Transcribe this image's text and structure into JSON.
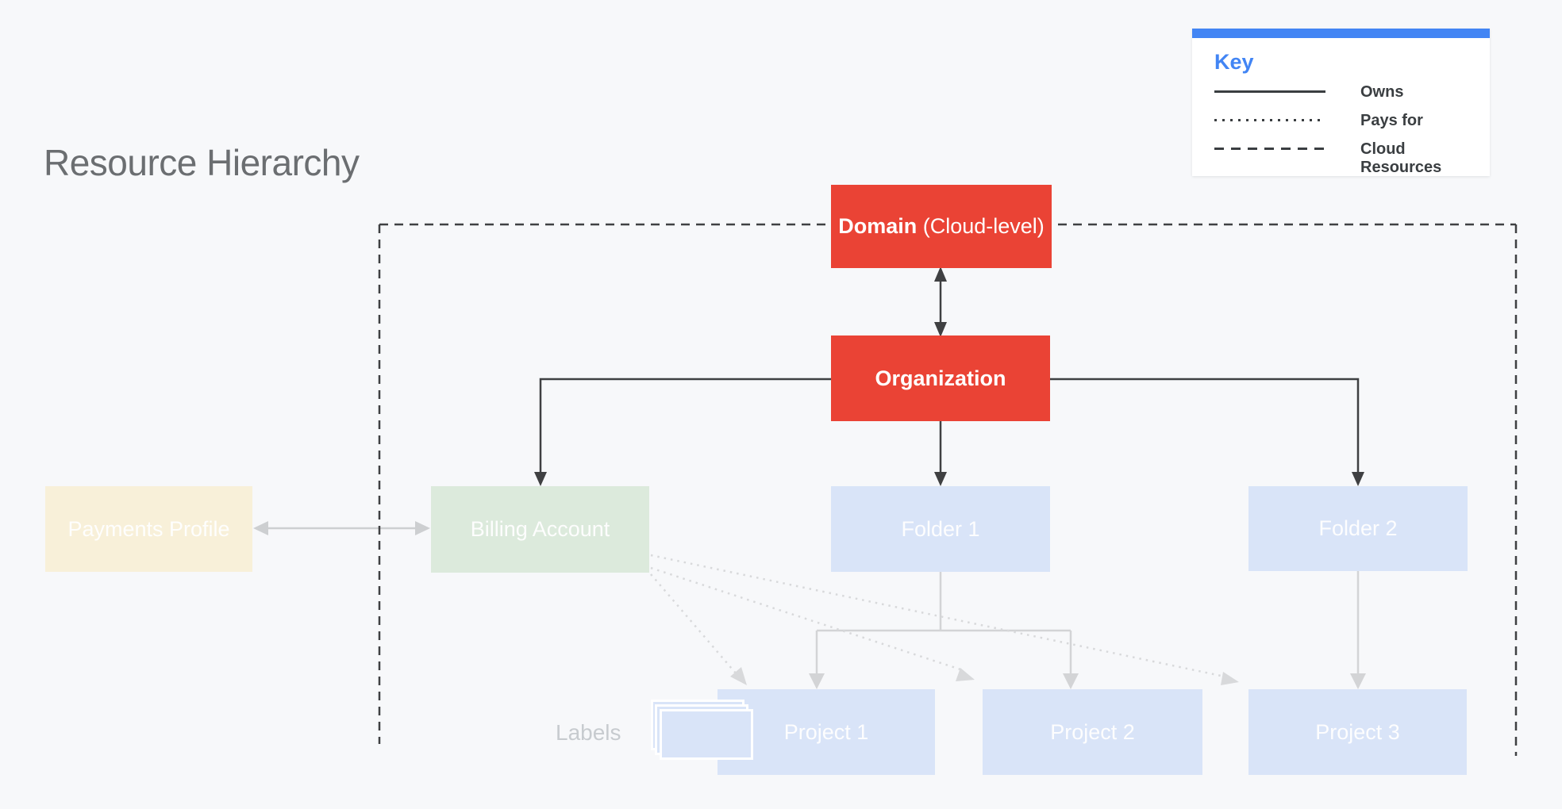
{
  "title": "Resource Hierarchy",
  "legend": {
    "heading": "Key",
    "items": [
      {
        "label": "Owns",
        "style": "solid"
      },
      {
        "label": "Pays for",
        "style": "dotted"
      },
      {
        "label": "Cloud Resources",
        "style": "dashed"
      }
    ]
  },
  "nodes": {
    "domain": {
      "label_bold": "Domain",
      "label_rest": " (Cloud-level)",
      "color": "#EA4335"
    },
    "organization": {
      "label": "Organization",
      "color": "#EA4335"
    },
    "payments_profile": {
      "label": "Payments Profile",
      "color": "#F8F0D9"
    },
    "billing_account": {
      "label": "Billing Account",
      "color": "#DCEADC"
    },
    "folder1": {
      "label": "Folder 1",
      "color": "#D9E4F8"
    },
    "folder2": {
      "label": "Folder 2",
      "color": "#D9E4F8"
    },
    "project1": {
      "label": "Project 1",
      "color": "#D9E4F8"
    },
    "project2": {
      "label": "Project 2",
      "color": "#D9E4F8"
    },
    "project3": {
      "label": "Project 3",
      "color": "#D9E4F8"
    }
  },
  "annotations": {
    "labels_caption": "Labels"
  },
  "icons": {
    "labels_stack": "layered-rectangles"
  },
  "colors": {
    "background": "#F7F8FA",
    "accent_blue": "#4285F4",
    "node_red": "#EA4335",
    "node_cream": "#F8F0D9",
    "node_green": "#DCEADC",
    "node_blue": "#D9E4F8",
    "dark_line": "#3F4042",
    "gray_line": "#CDCFD1",
    "light_line": "#D3D4D6",
    "dotted_line": "#D8D9DB",
    "title_text": "#6B6E71",
    "legend_text": "#3A3E41",
    "faint_text": "#C7CBCF"
  }
}
